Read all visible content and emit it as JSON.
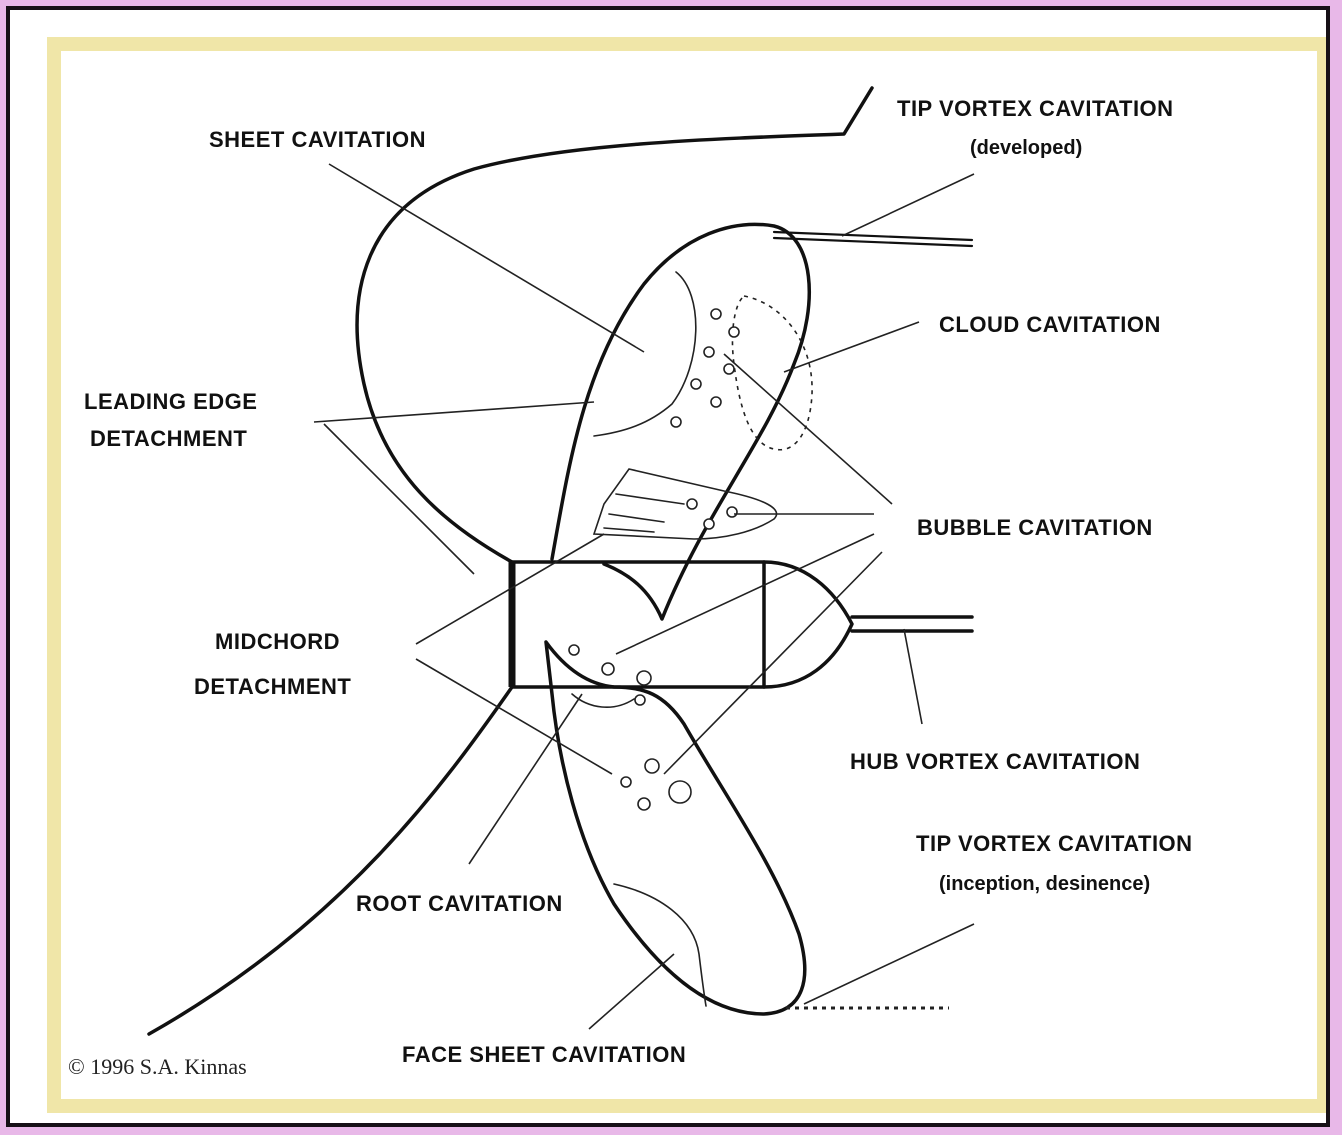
{
  "labels": {
    "sheet_cavitation": "SHEET CAVITATION",
    "tip_vortex_developed_line1": "TIP VORTEX CAVITATION",
    "tip_vortex_developed_line2": "(developed)",
    "cloud_cavitation": "CLOUD CAVITATION",
    "leading_edge_line1": "LEADING EDGE",
    "leading_edge_line2": "DETACHMENT",
    "bubble_cavitation": "BUBBLE CAVITATION",
    "midchord_line1": "MIDCHORD",
    "midchord_line2": "DETACHMENT",
    "hub_vortex_cavitation": "HUB VORTEX CAVITATION",
    "tip_vortex_inception_line1": "TIP VORTEX CAVITATION",
    "tip_vortex_inception_line2": "(inception, desinence)",
    "root_cavitation": "ROOT CAVITATION",
    "face_sheet_cavitation": "FACE  SHEET CAVITATION",
    "copyright": "© 1996 S.A. Kinnas"
  },
  "colors": {
    "background": "#e8b8e8",
    "panel_border": "#f0e6a8",
    "frame_border": "#161016",
    "ink": "#111111"
  }
}
